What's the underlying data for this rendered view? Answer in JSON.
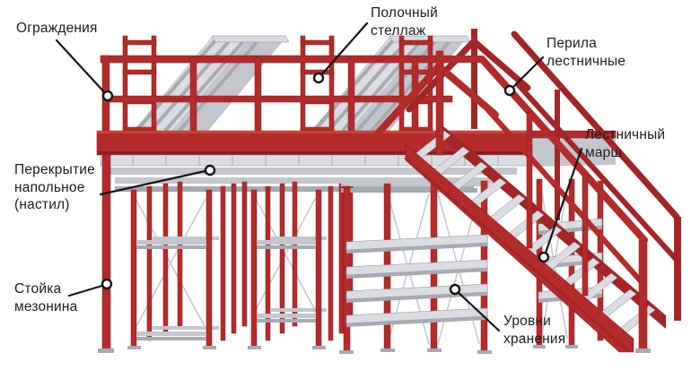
{
  "colors": {
    "red": "#b42b2c",
    "red_dark": "#8a1d20",
    "red_bright": "#c9423a",
    "red_far": "#a22527",
    "steel_light": "#dadce1",
    "steel_mid": "#c3c6cc",
    "steel_dark": "#a6aab2",
    "steel_edge": "#878b93",
    "line": "#151515",
    "text": "#1c1c1c",
    "bg": "#ffffff"
  },
  "labels": {
    "guardrails": {
      "text": "Ограждения"
    },
    "shelf_rack": {
      "text": "Полочный\nстеллаж"
    },
    "stair_handrails": {
      "text": "Перила\nлестничные"
    },
    "stair_flight": {
      "text": "Лестничный\nмарш"
    },
    "floor_decking": {
      "text": "Перекрытие\nнапольное\n(настил)"
    },
    "mezzanine_post": {
      "text": "Стойка\nмезонина"
    },
    "storage_levels": {
      "text": "Уровни\nхранения"
    }
  }
}
